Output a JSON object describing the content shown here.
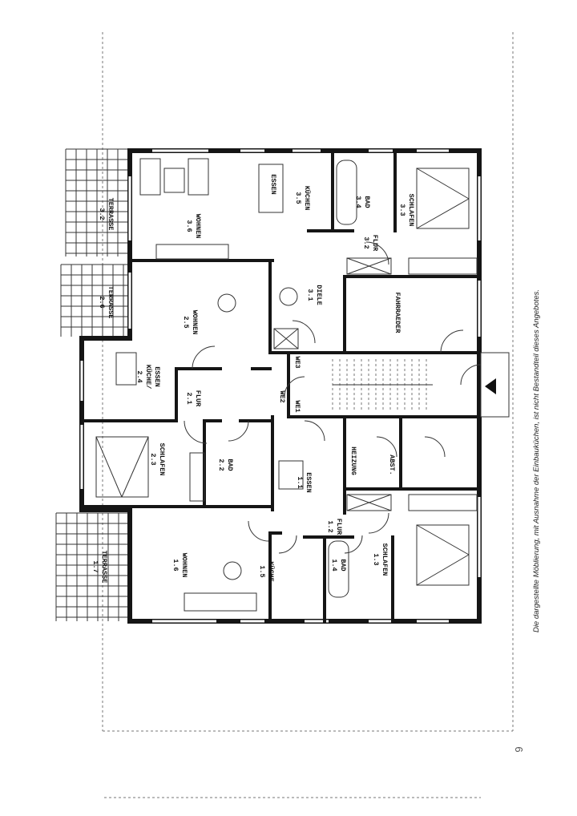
{
  "rooms": {
    "r36": {
      "num": "3.6",
      "name": "WOHNEN"
    },
    "r35": {
      "num": "3.5",
      "name": "KÜCHEN"
    },
    "r35e": {
      "name": "ESSEN"
    },
    "r34": {
      "num": "3.4",
      "name": "BAD"
    },
    "r33": {
      "num": "3.3",
      "name": "SCHLAFEN"
    },
    "r32": {
      "num": "3.2",
      "name": "FLUR"
    },
    "r31": {
      "num": "3.1",
      "name": "DIELE"
    },
    "fahr": {
      "name": "FAHRRAEDER"
    },
    "r25": {
      "num": "2.5",
      "name": "WOHNEN"
    },
    "t32": {
      "num": "3.2",
      "name": "TERRASSE"
    },
    "t26": {
      "num": "2.6",
      "name": "TERRASSE"
    },
    "r24": {
      "num": "2.4",
      "name": "KÜCHE/",
      "name2": "ESSEN"
    },
    "r21": {
      "num": "2.1",
      "name": "FLUR"
    },
    "r23": {
      "num": "2.3",
      "name": "SCHLAFEN"
    },
    "r22": {
      "num": "2.2",
      "name": "BAD"
    },
    "we3": {
      "name": "WE3"
    },
    "we2": {
      "name": "WE2"
    },
    "we1": {
      "name": "WE1"
    },
    "r11": {
      "num": "1.1",
      "name": "ESSEN"
    },
    "heiz": {
      "name": "HEIZUNG"
    },
    "abst": {
      "name": "ABST."
    },
    "r12": {
      "num": "1.2",
      "name": "FLUR"
    },
    "r16": {
      "num": "1.6",
      "name": "WOHNEN"
    },
    "r15": {
      "num": "1.5",
      "name": "KÜCHE"
    },
    "r14": {
      "num": "1.4",
      "name": "BAD"
    },
    "r13": {
      "num": "1.3",
      "name": "SCHLAFEN"
    },
    "t17": {
      "num": "1.7",
      "name": "TERRASSE"
    }
  },
  "entrance_icon": "triangle-arrow",
  "footer_note": "Die dargestellte Möblierung, mit Ausnahme der Einbauküchen, ist nicht Bestandteil dieses Angebotes.",
  "page_number": "9"
}
